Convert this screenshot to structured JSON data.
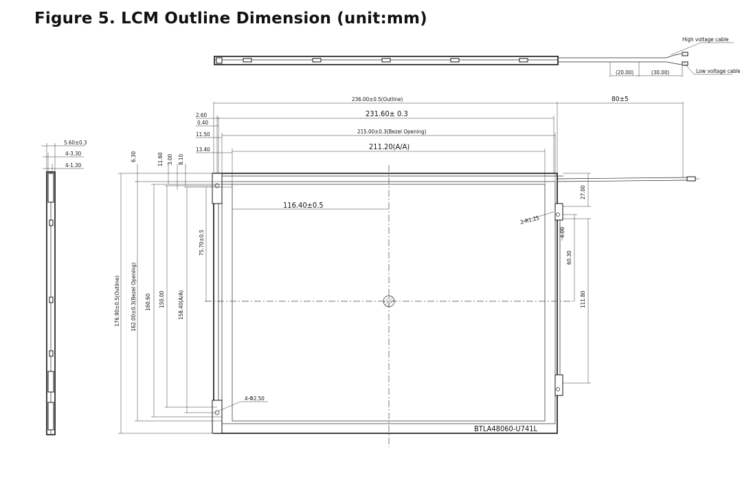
{
  "title": "Figure 5. LCM Outline Dimension (unit:mm)",
  "cables": {
    "high_voltage": "High voltage cable",
    "low_voltage": "Low voltage cable",
    "dim_a": "(20.00)",
    "dim_b": "(30.00)"
  },
  "top_dims": {
    "outline": "236.00±0.5(Outline)",
    "width_2": "231.60± 0.3",
    "bezel": "215.00±0.3(Bezel Opening)",
    "active": "211.20(A/A)",
    "cable": "80±5",
    "d260": "2.60",
    "d040": "0.40",
    "d1150": "11.50",
    "d1340": "13.40"
  },
  "left_dims": {
    "outline": "176.90±0.5(Outline)",
    "bezel": "162.00±0.3(Bezel Opening)",
    "d16060": "160.60",
    "d15000": "150.00",
    "active": "158.40(A/A)",
    "d630": "6.30",
    "d1160": "11.60",
    "d300": "3.00",
    "d810": "8.10",
    "center_v": "75.70±0.5"
  },
  "side_dims": {
    "thickness": "5.60±0.3",
    "d330": "4-3.30",
    "d130": "4-1.30"
  },
  "right_dims": {
    "d2700": "27.00",
    "d400": "4.00",
    "d6030": "60.30",
    "d11180": "111.80",
    "radius": "2-R1.25"
  },
  "inner": {
    "center_h": "116.40±0.5",
    "holes": "4-Φ2.50",
    "model": "BTLA48060-U741L"
  }
}
